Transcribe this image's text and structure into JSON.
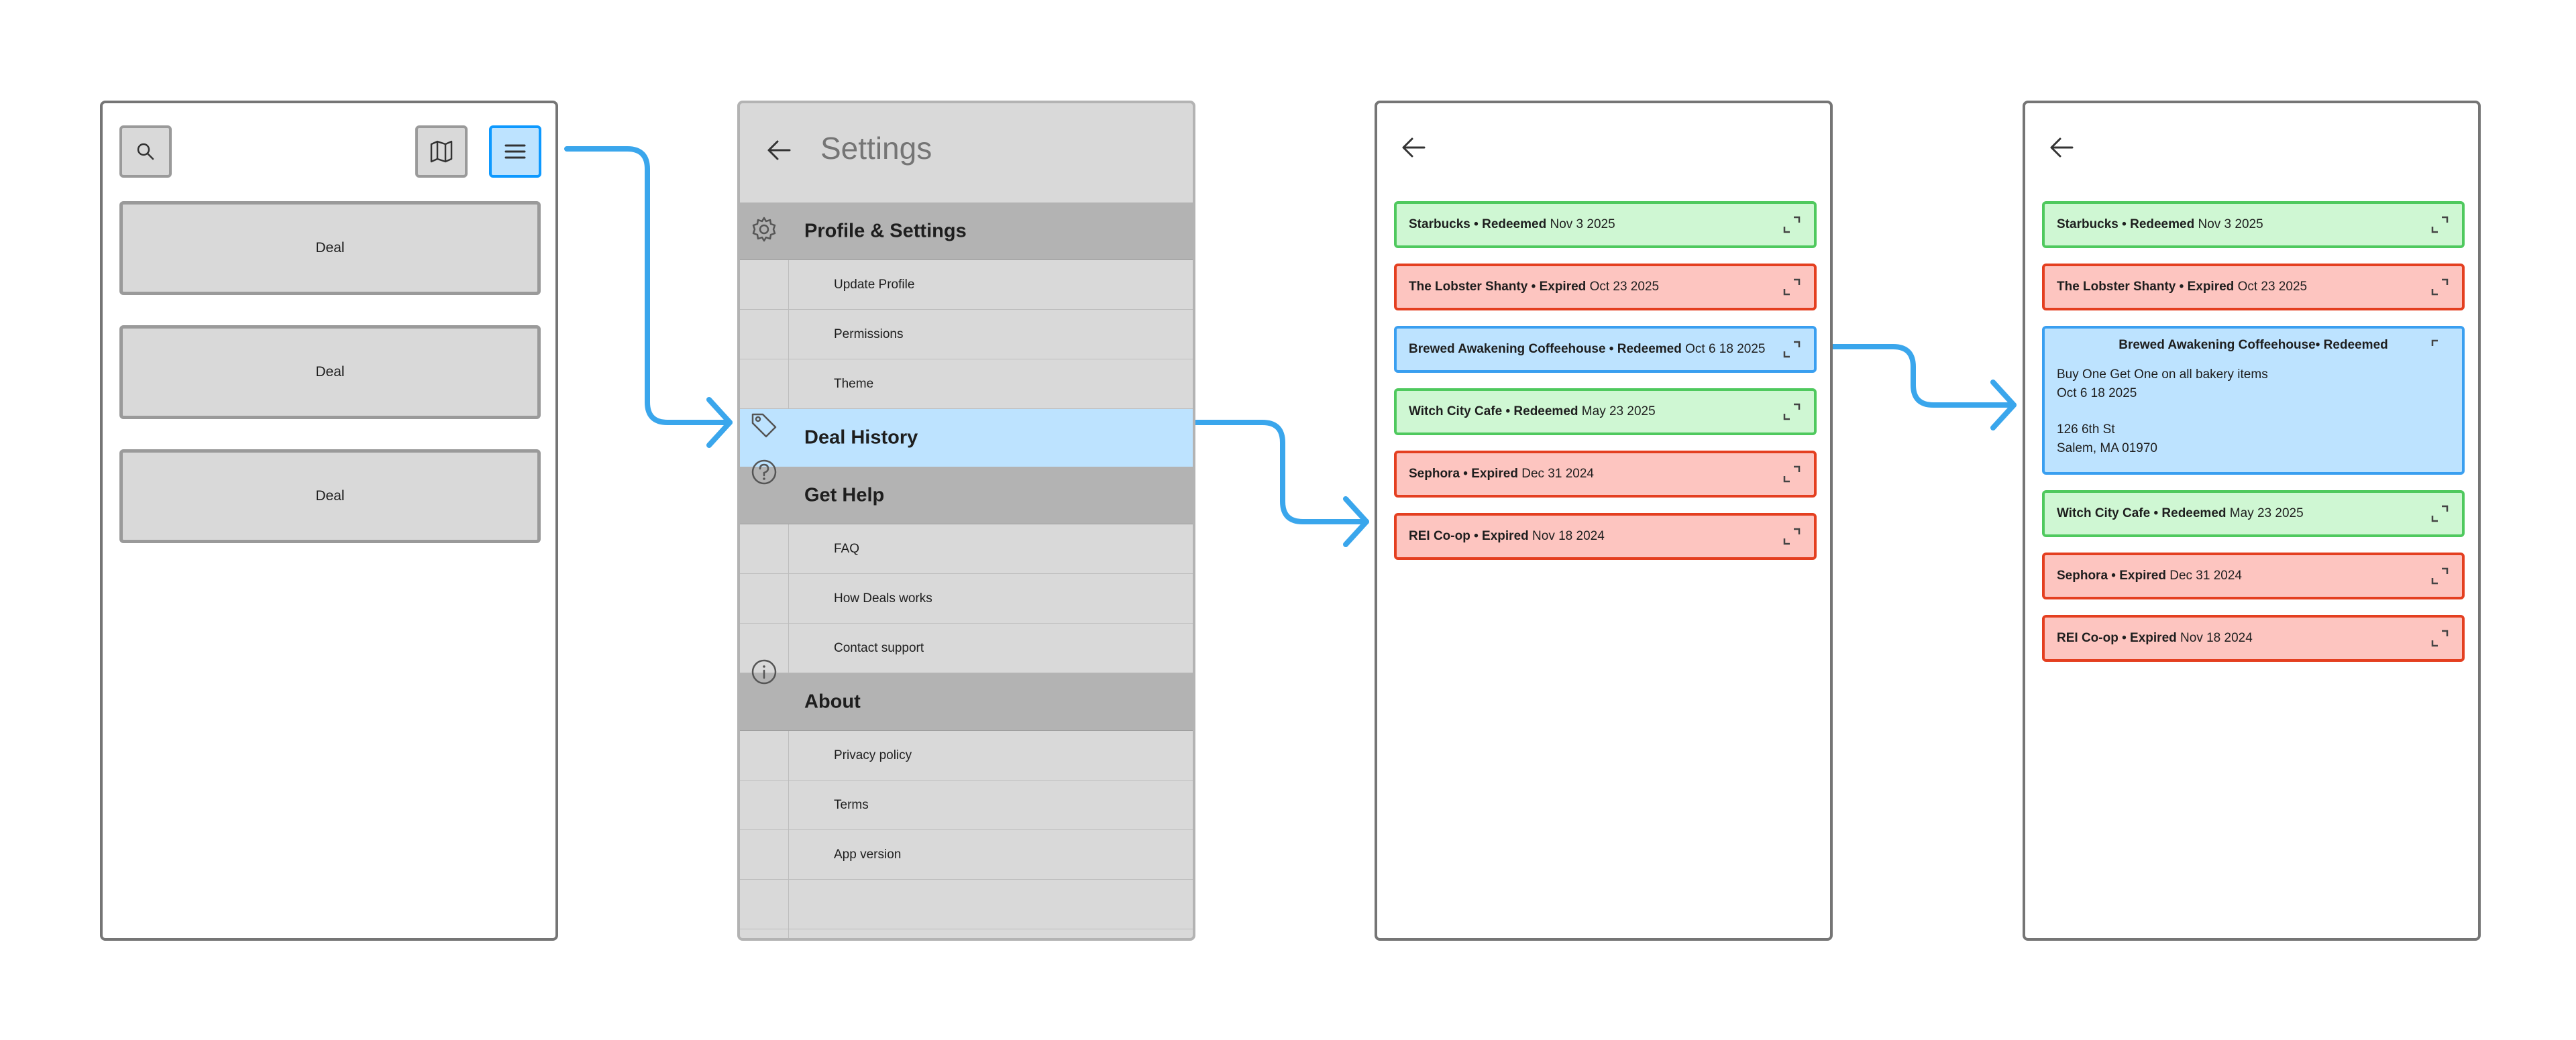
{
  "screen1": {
    "deal_cards": [
      "Deal",
      "Deal",
      "Deal"
    ]
  },
  "screen2": {
    "title": "Settings",
    "sections": [
      {
        "label": "Profile & Settings",
        "items": [
          "Update Profile",
          "Permissions",
          "Theme"
        ]
      },
      {
        "label": "Deal History",
        "items": []
      },
      {
        "label": "Get Help",
        "items": [
          "FAQ",
          "How Deals works",
          "Contact support"
        ]
      },
      {
        "label": "About",
        "items": [
          "Privacy policy",
          "Terms",
          "App version"
        ]
      }
    ]
  },
  "history": [
    {
      "name": "Starbucks",
      "status": "Redeemed",
      "date": "Nov 3 2025",
      "color": "green"
    },
    {
      "name": "The Lobster Shanty",
      "status": "Expired",
      "date": "Oct 23 2025",
      "color": "red"
    },
    {
      "name": "Brewed Awakening Coffeehouse",
      "status": "Redeemed",
      "date": "Oct 6 18 2025",
      "color": "blue"
    },
    {
      "name": "Witch City Cafe",
      "status": "Redeemed",
      "date": "May 23 2025",
      "color": "green"
    },
    {
      "name": "Sephora",
      "status": "Expired",
      "date": "Dec 31 2024",
      "color": "red"
    },
    {
      "name": "REI Co-op",
      "status": "Expired",
      "date": "Nov 18 2024",
      "color": "red"
    }
  ],
  "expanded_deal": {
    "title": "Brewed Awakening Coffeehouse• Redeemed",
    "offer": "Buy One Get One on all bakery items",
    "date": "Oct 6 18 2025",
    "address_line1": "126 6th St",
    "address_line2": "Salem, MA 01970"
  },
  "colors": {
    "accent_blue": "#3aa6ec",
    "highlight": "#bde3ff",
    "redeemed_fill": "#cff7d3",
    "redeemed_border": "#4fc95e",
    "expired_fill": "#fdc5c0",
    "expired_border": "#e43f20"
  }
}
